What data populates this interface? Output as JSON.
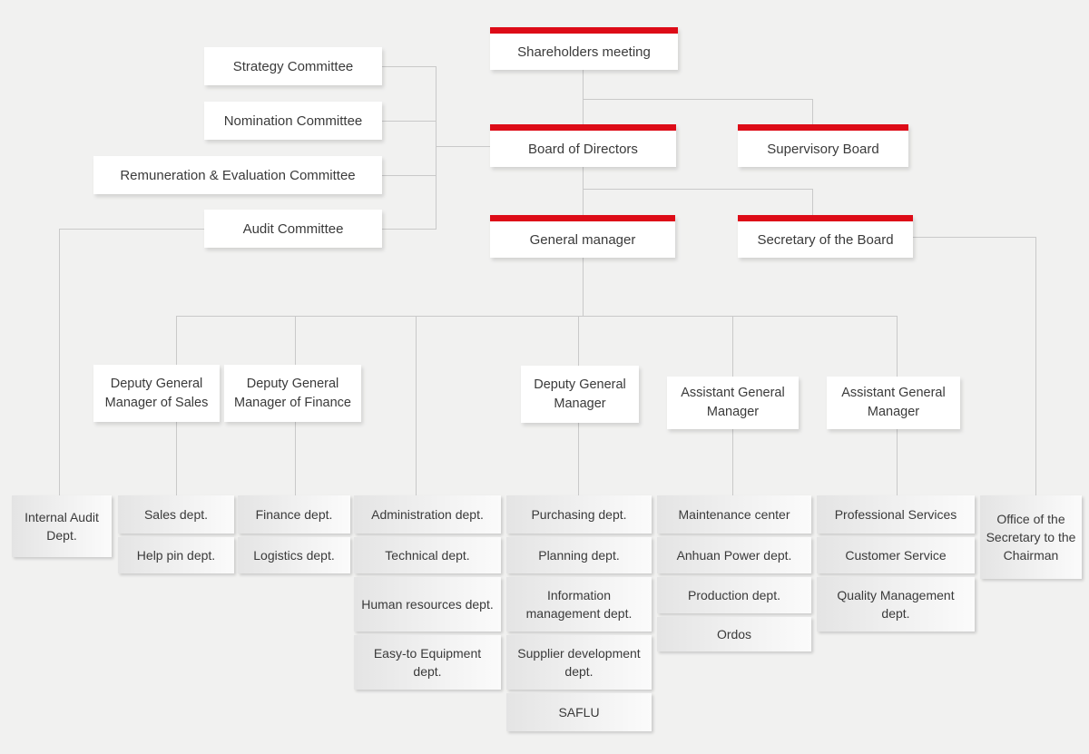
{
  "title": "Organization chart",
  "colors": {
    "accent_red": "#dd0b17",
    "line_gray": "#c9c9c9",
    "background": "#f1f1f0",
    "text": "#3a3a3a"
  },
  "nodes": {
    "shareholders": "Shareholders meeting",
    "board": "Board of Directors",
    "supervisory": "Supervisory Board",
    "general_manager": "General manager",
    "secretary": "Secretary of the Board"
  },
  "committees": {
    "strategy": "Strategy Committee",
    "nomination": "Nomination Committee",
    "remuneration": "Remuneration & Evaluation Committee",
    "audit": "Audit Committee"
  },
  "managers": {
    "dgm_sales": "Deputy General Manager of Sales",
    "dgm_finance": "Deputy General Manager of Finance",
    "dgm": "Deputy General Manager",
    "agm1": "Assistant General Manager",
    "agm2": "Assistant General Manager"
  },
  "departments": {
    "internal_audit": "Internal Audit Dept.",
    "sales_col": [
      "Sales dept.",
      "Help pin dept."
    ],
    "finance_col": [
      "Finance dept.",
      "Logistics dept."
    ],
    "admin_col": [
      "Administration dept.",
      "Technical dept.",
      "Human resources dept.",
      "Easy-to Equipment dept."
    ],
    "purchasing_col": [
      "Purchasing dept.",
      "Planning dept.",
      "Information management dept.",
      "Supplier development dept.",
      "SAFLU"
    ],
    "maintenance_col": [
      "Maintenance center",
      "Anhuan Power dept.",
      "Production dept.",
      "Ordos"
    ],
    "services_col": [
      "Professional Services",
      "Customer Service",
      "Quality Management dept."
    ],
    "office": "Office of the Secretary to the Chairman"
  }
}
